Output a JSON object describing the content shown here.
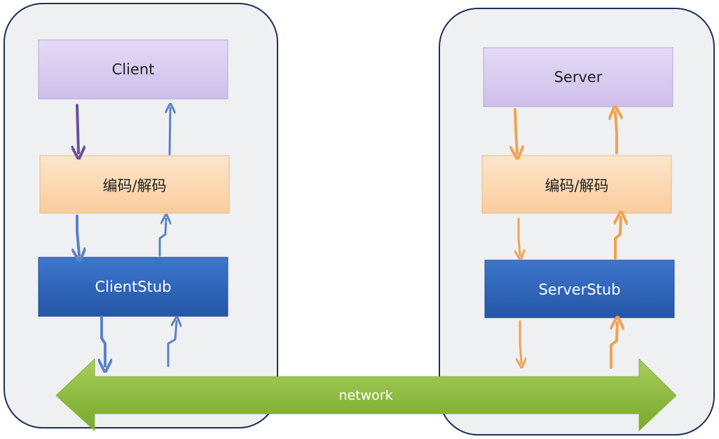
{
  "client_side": {
    "client_label": "Client",
    "codec_label": "编码/解码",
    "stub_label": "ClientStub"
  },
  "server_side": {
    "server_label": "Server",
    "codec_label": "编码/解码",
    "stub_label": "ServerStub"
  },
  "network": {
    "label": "network"
  },
  "colors": {
    "panel_fill": "#eff0f2",
    "panel_border": "#1f2f57",
    "client_box": "#d5c9ef",
    "codec_box": "#fcd9b3",
    "stub_box": "#2e63b8",
    "network_arrow": "#8cba3c",
    "client_arrows": "#5b82c5",
    "client_down_arrow_top": "#6b4f9a",
    "server_arrows": "#f0a24f",
    "text_dark": "#222222",
    "text_light": "#ffffff"
  }
}
